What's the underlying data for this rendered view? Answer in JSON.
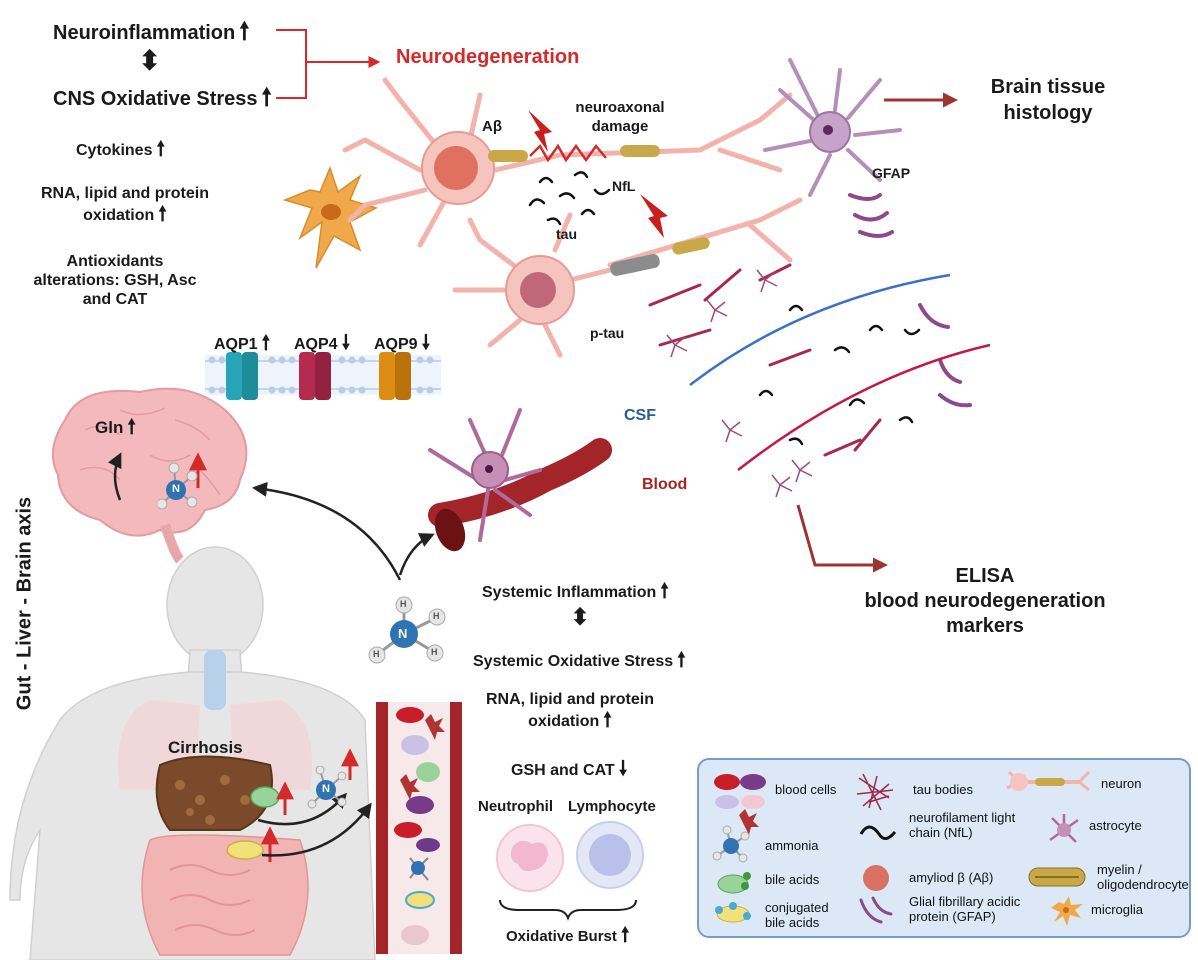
{
  "colors": {
    "red": "#d42a2a",
    "csf_line": "#3c6fc6",
    "blood_line": "#c4184a",
    "blood_label": "#a52424",
    "csf_label": "#285aa0",
    "neuron": "#f2b3ad",
    "astrocyte": "#b06a9a",
    "microglia": "#f0a94a",
    "legend_bg": "#dce8f6",
    "legend_border": "#7a9ac9"
  },
  "arrows": {
    "up": "🠕",
    "down": "🠗",
    "both": "⬍"
  },
  "brain_effects": {
    "neuroinflammation": "Neuroinflammation",
    "cns_oxidative_stress": "CNS Oxidative Stress",
    "cytokines": "Cytokines",
    "oxidation": [
      "RNA, lipid and protein",
      "oxidation"
    ],
    "antioxidants": [
      "Antioxidants",
      "alterations: GSH, Asc",
      "and CAT"
    ]
  },
  "neurodegeneration": "Neurodegeneration",
  "aquaporins": [
    "AQP1",
    "AQP4",
    "AQP9"
  ],
  "neuron_labels": {
    "abeta": "Aβ",
    "neuroaxonal": [
      "neuroaxonal",
      "damage"
    ],
    "nfl": "NfL",
    "tau": "tau",
    "ptau": "p-tau",
    "gfap": "GFAP"
  },
  "histology": [
    "Brain tissue",
    "histology"
  ],
  "csf": "CSF",
  "blood": "Blood",
  "elisa": [
    "ELISA",
    "blood neurodegeneration",
    "markers"
  ],
  "gln": "Gln",
  "axis_label": "Gut - Liver - Brain axis",
  "cirrhosis": "Cirrhosis",
  "systemic": {
    "inflammation": "Systemic Inflammation",
    "oxidative_stress": "Systemic Oxidative Stress",
    "oxidation": [
      "RNA, lipid and protein",
      "oxidation"
    ],
    "gsh_cat": "GSH and CAT",
    "neutrophil": "Neutrophil",
    "lymphocyte": "Lymphocyte",
    "oxidative_burst": "Oxidative Burst"
  },
  "ammonia_atoms": {
    "n": "N",
    "h": "H"
  },
  "legend": {
    "blood_cells": "blood cells",
    "ammonia": "ammonia",
    "bile_acids": "bile acids",
    "conjugated": [
      "conjugated",
      "bile acids"
    ],
    "tau_bodies": "tau bodies",
    "nfl": [
      "neurofilament light",
      "chain (NfL)"
    ],
    "amyloid": "amyliod β (Aβ)",
    "gfap": [
      "Glial fibrillary acidic",
      "protein (GFAP)"
    ],
    "neuron": "neuron",
    "astrocyte": "astrocyte",
    "myelin": [
      "myelin /",
      "oligodendrocyte"
    ],
    "microglia": "microglia"
  }
}
